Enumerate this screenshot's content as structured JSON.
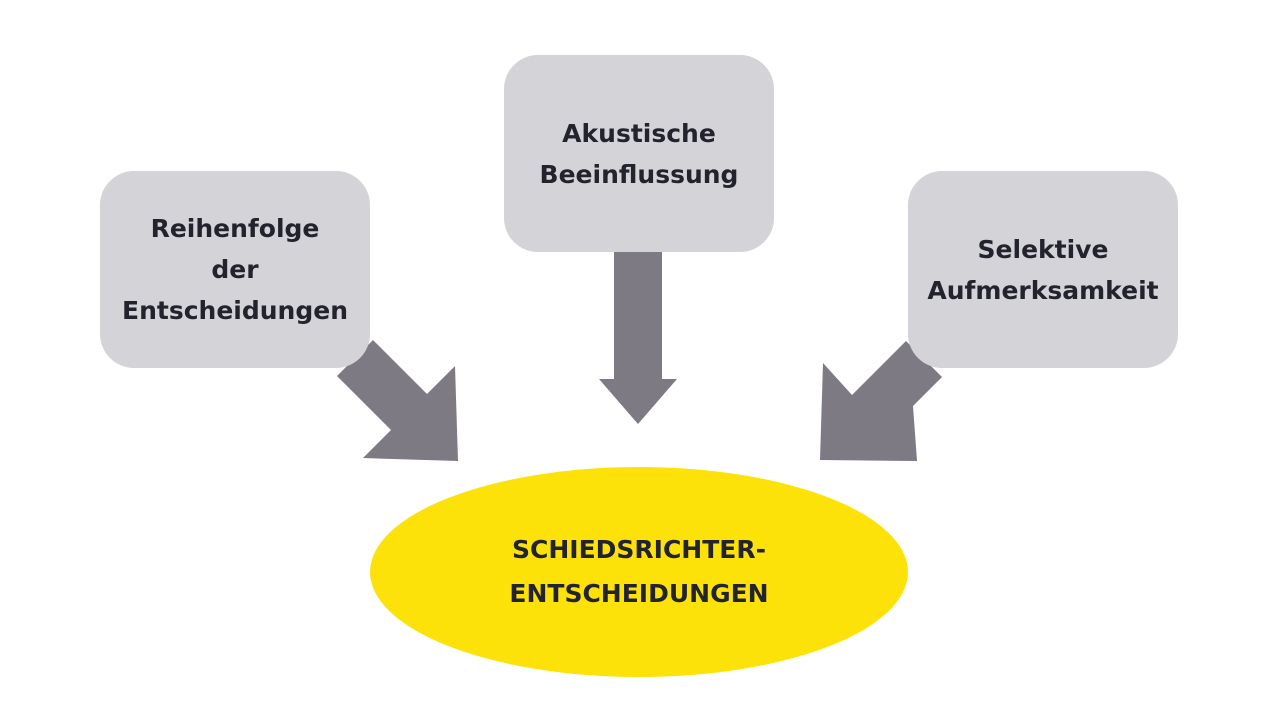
{
  "diagram": {
    "sources": [
      {
        "id": "left",
        "label": "Reihenfolge\nder\nEntscheidungen"
      },
      {
        "id": "top",
        "label": "Akustische\nBeeinflussung"
      },
      {
        "id": "right",
        "label": "Selektive\nAufmerksamkeit"
      }
    ],
    "target": {
      "label": "SCHIEDSRICHTER-\nENTSCHEIDUNGEN"
    },
    "colors": {
      "box_fill": "#d3d3d8",
      "arrow": "#7d7a84",
      "target_fill": "#fde20a",
      "text": "#23232d"
    }
  }
}
